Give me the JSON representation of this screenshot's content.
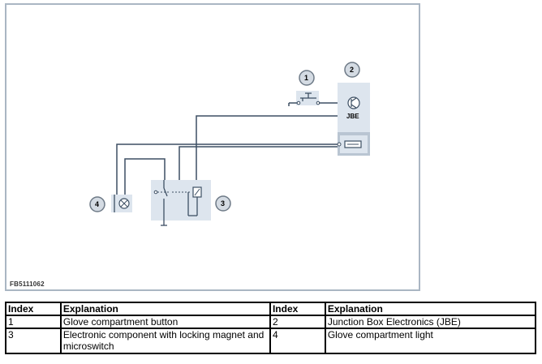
{
  "figure_id": "FB5111062",
  "jbe_label": "JBE",
  "callouts": [
    "1",
    "2",
    "3",
    "4"
  ],
  "table": {
    "headers": [
      "Index",
      "Explanation",
      "Index",
      "Explanation"
    ],
    "rows": [
      [
        "1",
        "Glove compartment button",
        "2",
        "Junction Box Electronics (JBE)"
      ],
      [
        "3",
        "Electronic component with locking magnet and microswitch",
        "4",
        "Glove compartment light"
      ]
    ]
  },
  "colors": {
    "wire": "#3d4f63",
    "component_fill": "#dde5ee",
    "jbe_fill": "#cdd7e2",
    "frame": "#aab6c3"
  },
  "icons": [
    "switch-symbol",
    "transistor-symbol",
    "fuse-symbol",
    "lamp-symbol",
    "relay-coil-symbol",
    "ground-symbol"
  ]
}
